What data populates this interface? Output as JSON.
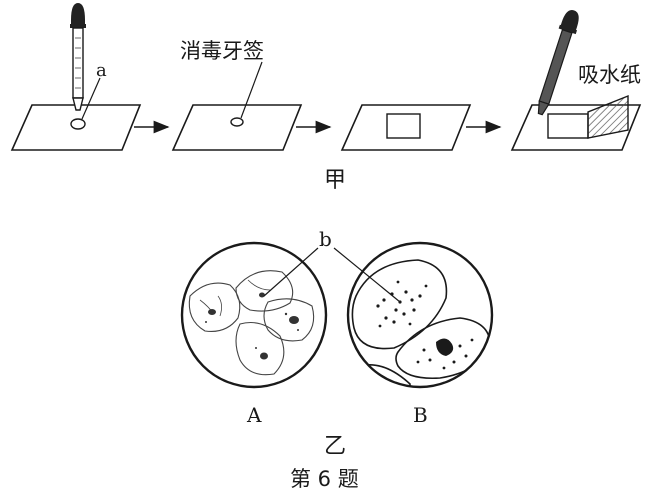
{
  "figure_jia": {
    "label_a": "a",
    "label_toothpick": "消毒牙签",
    "label_blotting_paper": "吸水纸",
    "caption": "甲"
  },
  "figure_yi": {
    "label_b": "b",
    "label_A": "A",
    "label_B": "B",
    "caption": "乙"
  },
  "question_caption": "第 6 题"
}
